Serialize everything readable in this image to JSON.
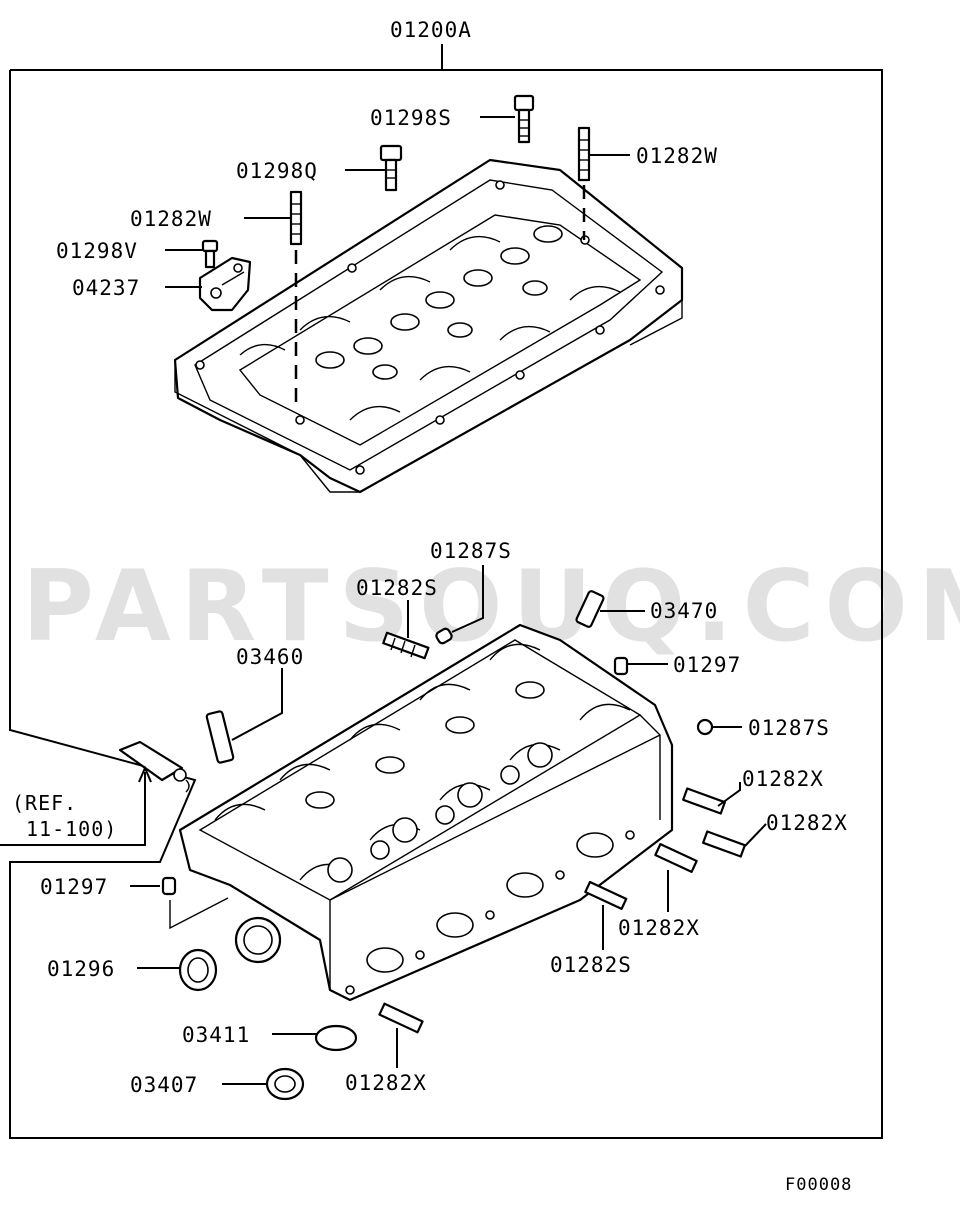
{
  "diagram": {
    "assembly_label": "01200A",
    "figure_code": "F00008",
    "watermark": "PARTSOUQ.COM",
    "reference": {
      "line1": "(REF.",
      "line2": "11-100)"
    },
    "parts": [
      {
        "id": "p-01298S",
        "code": "01298S"
      },
      {
        "id": "p-01282W-r",
        "code": "01282W"
      },
      {
        "id": "p-01298Q",
        "code": "01298Q"
      },
      {
        "id": "p-01282W-l",
        "code": "01282W"
      },
      {
        "id": "p-01298V",
        "code": "01298V"
      },
      {
        "id": "p-04237",
        "code": "04237"
      },
      {
        "id": "p-01287S-t",
        "code": "01287S"
      },
      {
        "id": "p-01282S-t",
        "code": "01282S"
      },
      {
        "id": "p-03470",
        "code": "03470"
      },
      {
        "id": "p-01297-r",
        "code": "01297"
      },
      {
        "id": "p-03460",
        "code": "03460"
      },
      {
        "id": "p-01287S-r",
        "code": "01287S"
      },
      {
        "id": "p-01282X-1",
        "code": "01282X"
      },
      {
        "id": "p-01282X-2",
        "code": "01282X"
      },
      {
        "id": "p-01297-l",
        "code": "01297"
      },
      {
        "id": "p-01282X-3",
        "code": "01282X"
      },
      {
        "id": "p-01296",
        "code": "01296"
      },
      {
        "id": "p-01282S-b",
        "code": "01282S"
      },
      {
        "id": "p-03411",
        "code": "03411"
      },
      {
        "id": "p-03407",
        "code": "03407"
      },
      {
        "id": "p-01282X-4",
        "code": "01282X"
      }
    ]
  }
}
